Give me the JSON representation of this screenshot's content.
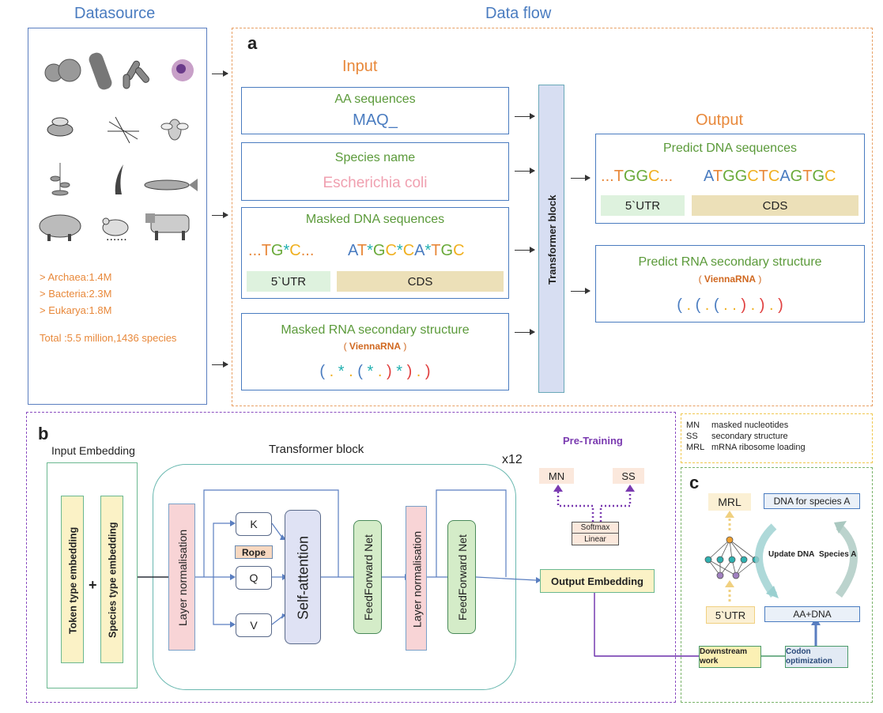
{
  "headings": {
    "datasource": "Datasource",
    "dataflow": "Data flow"
  },
  "panel_labels": {
    "a": "a",
    "b": "b",
    "c": "c"
  },
  "datasource": {
    "ellipsis": "......",
    "stats": [
      "> Archaea:1.4M",
      "> Bacteria:2.3M",
      "> Eukarya:1.8M"
    ],
    "total": "Total :5.5 million,1436 species",
    "organism_icons": [
      "yeast-icon",
      "bacillus-icon",
      "rod-bacteria-icon",
      "cell-icon",
      "bee-icon",
      "mosquito-icon",
      "fruit-fly-icon",
      "plant-icon",
      "seaweed-icon",
      "zebrafish-icon",
      "pig-icon",
      "mouse-icon",
      "cow-icon"
    ]
  },
  "input": {
    "title": "Input",
    "aa": {
      "label": "AA sequences",
      "seq": "MAQ_"
    },
    "species": {
      "label": "Species name",
      "value": "Escherichia coli"
    },
    "masked_dna": {
      "label": "Masked DNA sequences",
      "utr_seq": "...TG*C...",
      "cds_seq": "AT*GC*CA*TGC",
      "utr": "5`UTR",
      "cds": "CDS"
    },
    "masked_rna": {
      "label": "Masked RNA secondary structure",
      "tool": "ViennaRNA",
      "structure": "( . * . ( * . ) * ) . )"
    }
  },
  "transformer_block_label": "Transformer block",
  "output": {
    "title": "Output",
    "dna": {
      "label": "Predict DNA sequences",
      "utr_seq": "...TGGC...",
      "cds_seq": "ATGGCTCAGTGC",
      "utr": "5`UTR",
      "cds": "CDS"
    },
    "rna": {
      "label": "Predict RNA secondary structure",
      "tool": "ViennaRNA",
      "structure": "( . ( . ( . . ) . ) . )"
    }
  },
  "panel_b": {
    "input_embedding": "Input Embedding",
    "token_emb": "Token type embedding",
    "plus": "+",
    "species_emb": "Species type embedding",
    "transformer_block": "Transformer block",
    "repeat": "x12",
    "layer_norm": "Layer normalisation",
    "k": "K",
    "rope": "Rope",
    "q": "Q",
    "v": "V",
    "self_attention": "Self-attention",
    "ffn": "FeedForward Net",
    "pretraining": "Pre-Training",
    "mn": "MN",
    "ss": "SS",
    "softmax": "Softmax",
    "linear": "Linear",
    "output_embedding": "Output Embedding"
  },
  "legend": [
    {
      "abbr": "MN",
      "desc": "masked nucleotides"
    },
    {
      "abbr": "SS",
      "desc": "secondary structure"
    },
    {
      "abbr": "MRL",
      "desc": "mRNA ribosome loading"
    }
  ],
  "panel_c": {
    "mrl": "MRL",
    "dna_species": "DNA for species A",
    "update_dna": "Update DNA",
    "species_a": "Species A",
    "utr": "5`UTR",
    "aa_dna": "AA+DNA",
    "downstream": "Downstream work",
    "codon": "Codon optimization"
  },
  "colors": {
    "A": "#4a7cc0",
    "T": "#e8883a",
    "G": "#6aaa3a",
    "C": "#f0b020",
    "star": "#20b0b0",
    "open": "#4a7cc0",
    "close": "#e04040"
  }
}
